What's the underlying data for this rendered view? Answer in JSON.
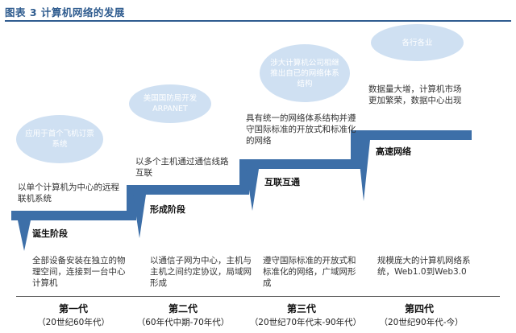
{
  "title": "图表 3   计算机网络的发展",
  "bubbles": [
    "应用于首个飞机订票系统",
    "美国国防局开发ARPANET",
    "涉大计算机公司相继推出自已的网络体系结构",
    "各行各业"
  ],
  "stages": [
    {
      "name": "诞生阶段",
      "features": "以单个计算机为中心的远程联机系统",
      "description": "全部设备安装在独立的物理空间，连接到一台中心计算机",
      "era": "第一代",
      "range": "（20世纪60年代）"
    },
    {
      "name": "形成阶段",
      "features": "以多个主机通过通信线路互联",
      "description": "以通信子网为中心，主机与主机之间约定协议，局域网形成",
      "era": "第二代",
      "range": "（60年代中期-70年代）"
    },
    {
      "name": "互联互通",
      "features": "具有统一的网络体系结构并遵守国际标准的开放式和标准化的网络",
      "description": "遵守国际标准的开放式和标准化的网络，广域网形成",
      "era": "第三代",
      "range": "（20世纪70年代末-90年代）"
    },
    {
      "name": "高速网络",
      "features": "数据量大增，计算机市场更加繁荣，数据中心出现",
      "description": "规模庞大的计算机网络系统，Web1.0到Web3.0",
      "era": "第四代",
      "range": "（20世纪90年代-今）"
    }
  ],
  "colors": {
    "accent": "#3d6fa8",
    "bubble": "#cfe0f2",
    "title": "#2f5c8f"
  }
}
